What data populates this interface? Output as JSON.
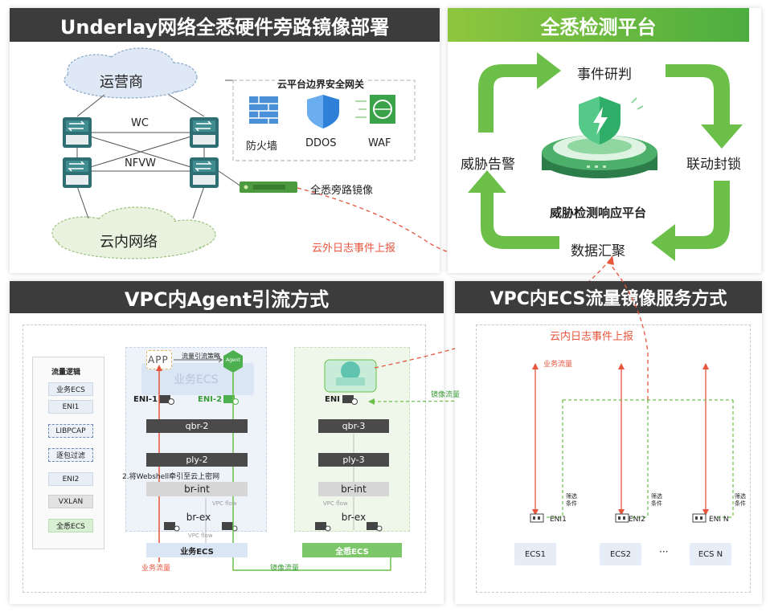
{
  "underlay": {
    "title": "Underlay网络全悉硬件旁路镜像部署",
    "carrier": "运营商",
    "wc": "WC",
    "nfvw": "NFVW",
    "cloud_net": "云内网络",
    "gateway_title": "云平台边界安全网关",
    "firewall": "防火墙",
    "ddos": "DDOS",
    "waf": "WAF",
    "bypass_mirror": "全悉旁路镜像",
    "external_log": "云外日志事件上报"
  },
  "platform": {
    "title": "全悉检测平台",
    "event_judge": "事件研判",
    "linkage_block": "联动封锁",
    "data_collect": "数据汇聚",
    "threat_alert": "威胁告警",
    "center_label": "威胁检测响应平台"
  },
  "vpc_agent": {
    "title": "VPC内Agent引流方式",
    "flow_logic_title": "流量逻辑",
    "flow_items": [
      "业务ECS",
      "ENI1",
      "LIBPCAP",
      "逐包过滤",
      "ENI2",
      "VXLAN",
      "全悉ECS"
    ],
    "app": "APP",
    "policy": "流量引流策略",
    "agent": "Agent",
    "biz_ecs_ghost": "业务ECS",
    "eni1": "ENI-1",
    "eni2": "ENI-2",
    "eni": "ENI",
    "qbr2": "qbr-2",
    "qbr3": "qbr-3",
    "ply2": "ply-2",
    "ply3": "ply-3",
    "webshell_note": "2.将Webshell牵引至云上密网",
    "br_int": "br-int",
    "br_ex": "br-ex",
    "vpc_flow": "VPC flow",
    "biz_ecs": "业务ECS",
    "qx_ecs": "全悉ECS",
    "biz_traffic": "业务流量",
    "mirror_traffic": "镜像流量"
  },
  "vpc_ecs": {
    "title": "VPC内ECS流量镜像服务方式",
    "internal_log": "云内日志事件上报",
    "biz_traffic": "业务流量",
    "mirror_traffic": "镜像流量",
    "filter_cond": "筛选条件",
    "eni1": "ENI1",
    "eni2": "ENI2",
    "enin": "ENI N",
    "ecs1": "ECS1",
    "ecs2": "ECS2",
    "ellipsis": "···",
    "ecsn": "ECS N"
  },
  "colors": {
    "green": "#6cc04a",
    "red_dash": "#e8553d",
    "dark_header": "#3c3c3c"
  }
}
